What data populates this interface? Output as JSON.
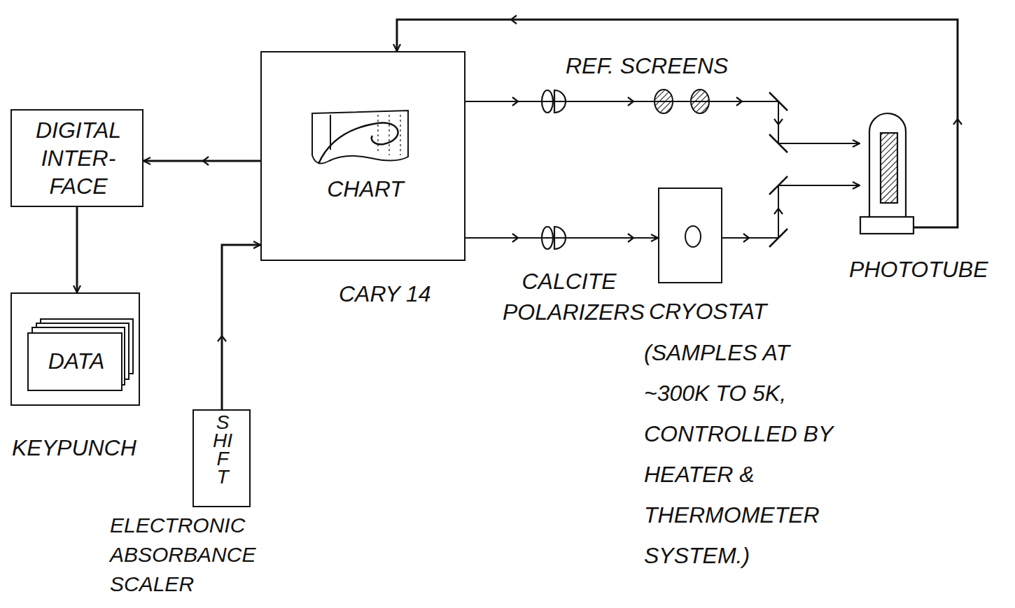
{
  "diagram": {
    "nodes": [
      {
        "text": [
          "DIGITAL INTER- FACE"
        ]
      },
      {
        "text": [
          "CARY 14"
        ]
      },
      {
        "text": [
          "CHART"
        ],
        "in": 1
      },
      {
        "text": [
          "DATA",
          "KEYPUNCH"
        ]
      },
      {
        "text": [
          "SHIFT",
          "ELECTRONIC ABSORBANCE SCALER"
        ]
      },
      {
        "text": [
          "CRYOSTAT",
          "(SAMPLES AT ~300K TO 5K, CONTROLLED BY HEATER & THERMOMETER SYSTEM.)"
        ]
      },
      {
        "text": [
          "PHOTOTUBE"
        ]
      }
    ],
    "edges": [
      {
        "from": 1,
        "to": 0,
        "arrow": "to"
      },
      {
        "from": 0,
        "to": 3,
        "arrow": "to"
      },
      {
        "from": 4,
        "to": 1,
        "arrow": "to"
      },
      {
        "from": 1,
        "to": 5,
        "arrow": "to"
      },
      {
        "from": 1,
        "to": 6,
        "arrow": "to"
      },
      {
        "from": 5,
        "to": 6,
        "arrow": "to"
      },
      {
        "from": 6,
        "to": 1,
        "arrow": "to"
      }
    ],
    "labels": [
      "REF. SCREENS",
      "CALCITE POLARIZERS"
    ]
  }
}
